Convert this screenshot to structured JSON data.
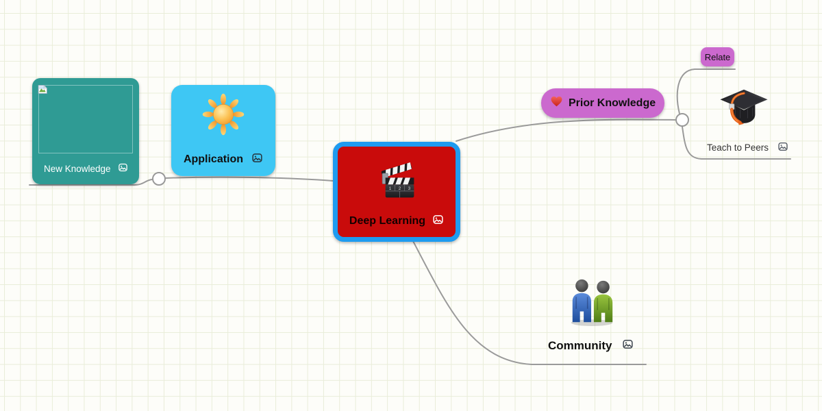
{
  "app": {
    "name": "Mind map canvas"
  },
  "canvas": {
    "background": "#fdfdf9",
    "grid_color": "#e9edd9",
    "connector_color": "#9a9a9a",
    "junction_fill": "#ffffff",
    "junction_stroke": "#999999"
  },
  "nodes": {
    "deep_learning": {
      "label": "Deep Learning",
      "bg": "#C90B0B",
      "border_color": "#1E9BF0",
      "text_color": "#120000",
      "icon": "clapperboard-icon",
      "clapperboard_numbers": [
        "1",
        "2",
        "3"
      ],
      "has_image_attachment": true
    },
    "application": {
      "label": "Application",
      "bg": "#3EC7F4",
      "text_color": "#101010",
      "icon": "sun-icon",
      "has_image_attachment": true
    },
    "new_knowledge": {
      "label": "New Knowledge",
      "bg": "#2F9B94",
      "text_color": "#ffffff",
      "icon": "broken-image-icon",
      "has_image_attachment": true
    },
    "prior_knowledge": {
      "label": "Prior Knowledge",
      "bg": "#CB69CE",
      "text_color": "#101010",
      "icon": "heart-icon"
    },
    "relate": {
      "label": "Relate",
      "bg": "#CB69CE",
      "text_color": "#101010"
    },
    "teach_to_peers": {
      "label": "Teach to Peers",
      "text_color": "#333333",
      "icon": "graduation-cap-icon",
      "has_image_attachment": true
    },
    "community": {
      "label": "Community",
      "text_color": "#101010",
      "icon": "people-icon",
      "has_image_attachment": true
    }
  }
}
